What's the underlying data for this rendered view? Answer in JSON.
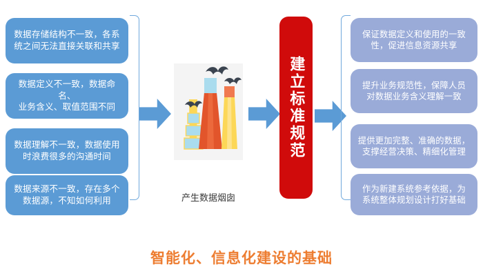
{
  "diagram": {
    "title": "建立标准规范",
    "bottom_caption": "智能化、信息化建设的基础",
    "factory_caption": "产生数据烟囱",
    "colors": {
      "left_box": "#5b9bd5",
      "right_box": "#9aabd8",
      "banner": "#d00b0b",
      "arrow": "#5b9bd5",
      "bracket": "#6fa8dc",
      "bottom_title": "#ed7d31"
    }
  },
  "problems": {
    "heading_icon": "bracket-left-icon",
    "items": [
      {
        "line1": "数据存储结构不一致，各系",
        "line2": "统之间无法直接关联和共享"
      },
      {
        "line1": "数据定义不一致，数据命名、",
        "line2": "业务含义、取值范围不同"
      },
      {
        "line1": "数据理解不一致，数据使用",
        "line2": "时浪费很多的沟通时间"
      },
      {
        "line1": "数据来源不一致，存在多个",
        "line2": "数据源，不知如何利用"
      }
    ]
  },
  "benefits": {
    "heading_icon": "bracket-right-icon",
    "items": [
      {
        "line1": "保证数据定义和使用的一致",
        "line2": "性，促进信息资源共享"
      },
      {
        "line1": "提升业务规范性，保障人员",
        "line2": "对数据业务含义理解一致"
      },
      {
        "line1": "提供更加完整、准确的数据，",
        "line2": "支撑经营决策、精细化管理"
      },
      {
        "line1": "作为新建系统参考依据，为",
        "line2": "系统整体规划设计打好基础"
      }
    ]
  },
  "arrows": [
    {
      "name": "arrow-problems-to-factory",
      "direction": "right"
    },
    {
      "name": "arrow-factory-to-banner",
      "direction": "right"
    },
    {
      "name": "arrow-banner-to-benefits",
      "direction": "right"
    }
  ]
}
